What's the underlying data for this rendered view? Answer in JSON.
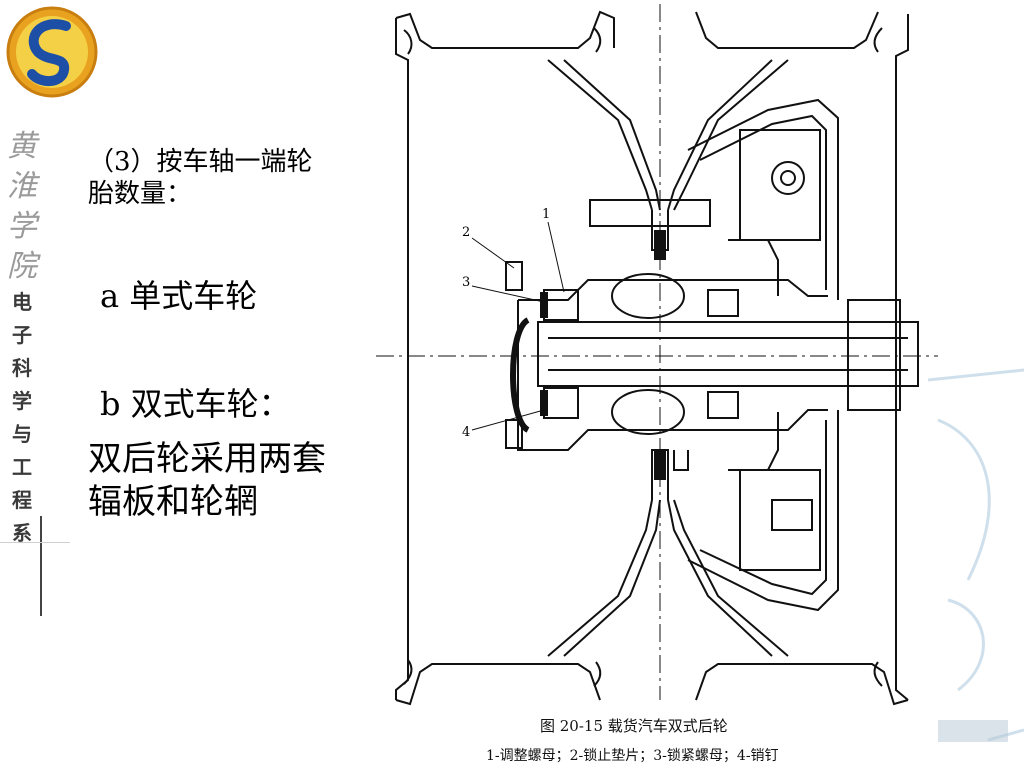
{
  "slide": {
    "heading": "（3）按车轴一端轮胎数量：",
    "item_a": "a  单式车轮",
    "item_b": "b  双式车轮：",
    "description": "双后轮采用两套辐板和轮辋"
  },
  "branding": {
    "calligraphy": [
      "黄",
      "淮",
      "学",
      "院"
    ],
    "department": [
      "电",
      "子",
      "科",
      "学",
      "与",
      "工",
      "程",
      "系"
    ],
    "logo_colors": [
      "#e6a21c",
      "#1d4fa6",
      "#f6d64a"
    ]
  },
  "figure": {
    "caption": "图 20-15  载货汽车双式后轮",
    "legend": "1-调整螺母；2-锁止垫片；3-锁紧螺母；4-销钉",
    "part_labels": [
      "1",
      "2",
      "3",
      "4"
    ],
    "line_color": "#111111"
  }
}
